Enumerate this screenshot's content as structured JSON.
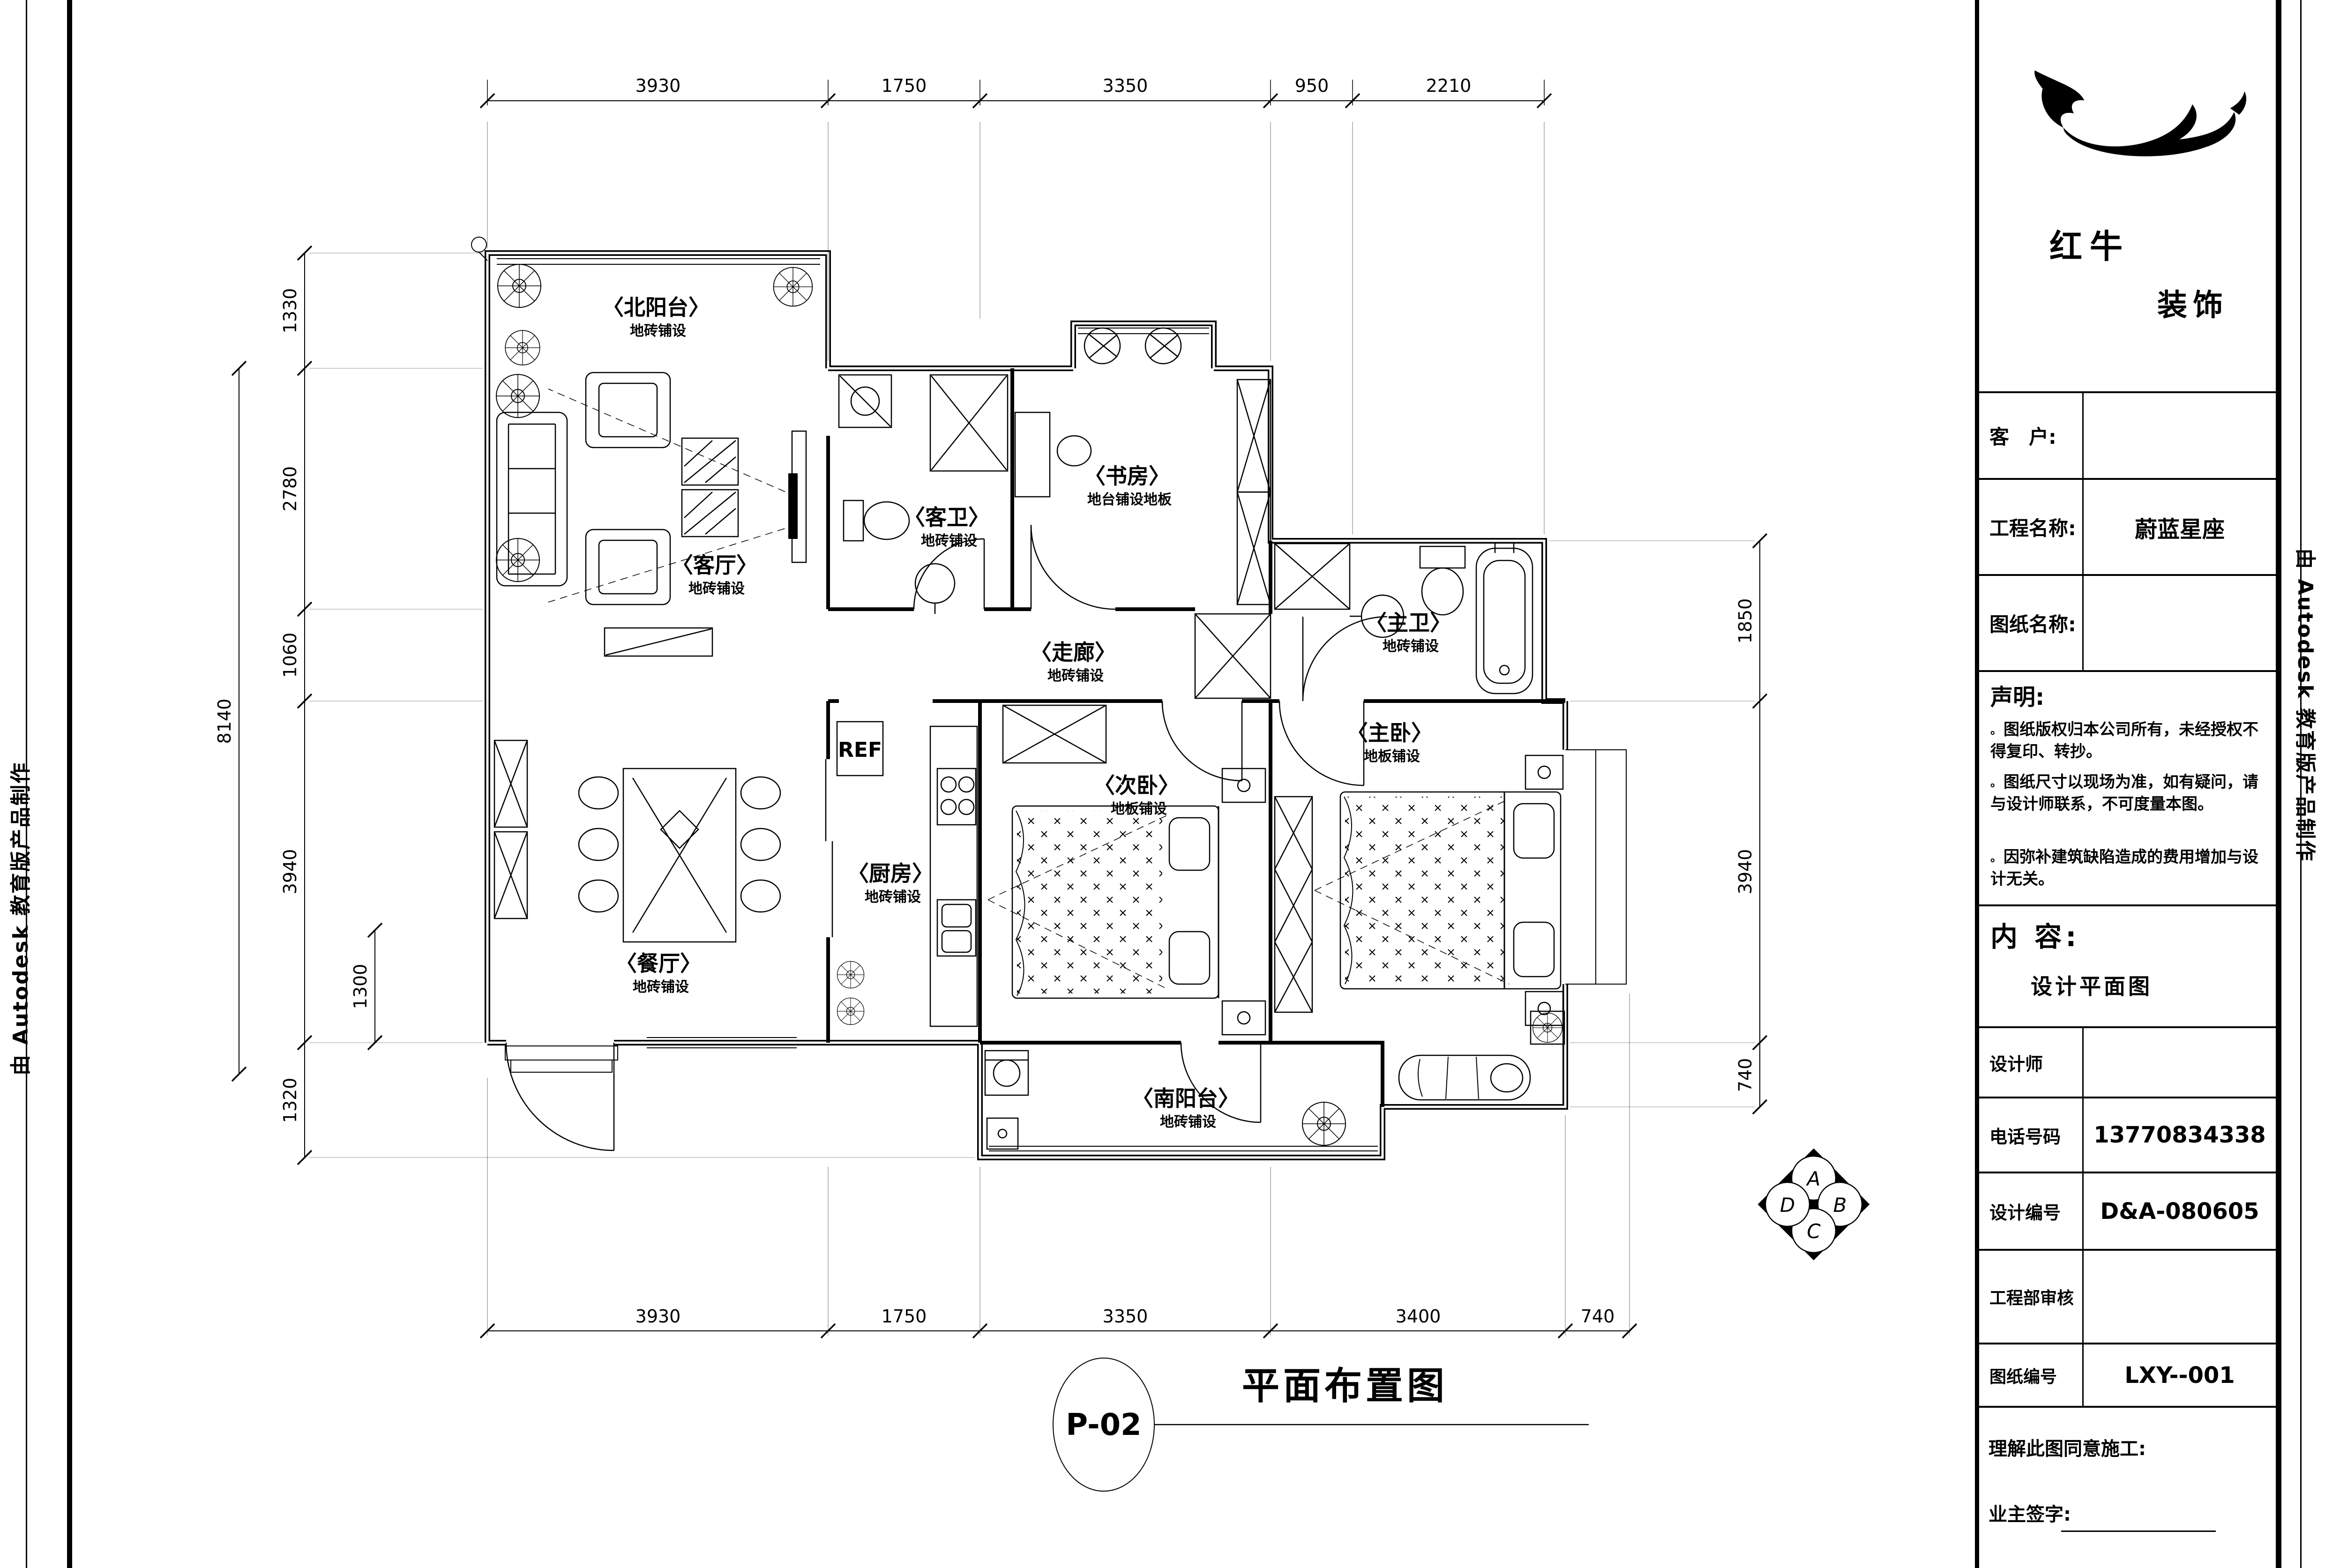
{
  "edge_notes": {
    "left": "由 Autodesk 教育版产品制作",
    "right": "由 Autodesk 教育版产品制作"
  },
  "title_block": {
    "brand": {
      "line1": "红牛",
      "line2": "装饰"
    },
    "fields": {
      "client_label": "客　户:",
      "project_label": "工程名称:",
      "project_value": "蔚蓝星座",
      "drawing_label": "图纸名称:",
      "statement_title": "声明:",
      "statement_bullet": "。",
      "statement_items": [
        "图纸版权归本公司所有，未经授权不得复印、转抄。",
        "图纸尺寸以现场为准，如有疑问，请与设计师联系，不可度量本图。",
        "因弥补建筑缺陷造成的费用增加与设计无关。"
      ],
      "content_label": "内 容:",
      "content_value": "设计平面图",
      "designer_label": "设计师",
      "phone_label": "电话号码",
      "phone_value": "13770834338",
      "design_no_label": "设计编号",
      "design_no_value": "D&A-080605",
      "review_label": "工程部审核",
      "sheet_no_label": "图纸编号",
      "sheet_no_value": "LXY--001",
      "agree_label": "理解此图同意施工:",
      "owner_sign_label": "业主签字:"
    }
  },
  "plan": {
    "rooms": [
      {
        "label": "〈北阳台〉",
        "finish": "地砖铺设"
      },
      {
        "label": "〈客厅〉",
        "finish": "地砖铺设"
      },
      {
        "label": "〈客卫〉",
        "finish": "地砖铺设"
      },
      {
        "label": "〈书房〉",
        "finish": "地台铺设地板"
      },
      {
        "label": "〈走廊〉",
        "finish": "地砖铺设"
      },
      {
        "label": "〈主卫〉",
        "finish": "地砖铺设"
      },
      {
        "label": "〈主卧〉",
        "finish": "地板铺设"
      },
      {
        "label": "〈次卧〉",
        "finish": "地板铺设"
      },
      {
        "label": "〈厨房〉",
        "finish": "地砖铺设"
      },
      {
        "label": "〈餐厅〉",
        "finish": "地砖铺设"
      },
      {
        "label": "〈南阳台〉",
        "finish": "地砖铺设"
      }
    ],
    "ref_label": "REF",
    "dims": {
      "top": [
        "3930",
        "1750",
        "3350",
        "950",
        "2210"
      ],
      "bottom": [
        "3930",
        "1750",
        "3350",
        "3400",
        "740"
      ],
      "left_total": "8140",
      "left": [
        "1330",
        "2780",
        "1060",
        "3940",
        "1320"
      ],
      "left_extra": "1300",
      "right": [
        "1850",
        "3940",
        "740"
      ]
    },
    "compass": {
      "a": "A",
      "b": "B",
      "c": "C",
      "d": "D"
    }
  },
  "figure": {
    "number": "P-02",
    "caption": "平面布置图"
  }
}
